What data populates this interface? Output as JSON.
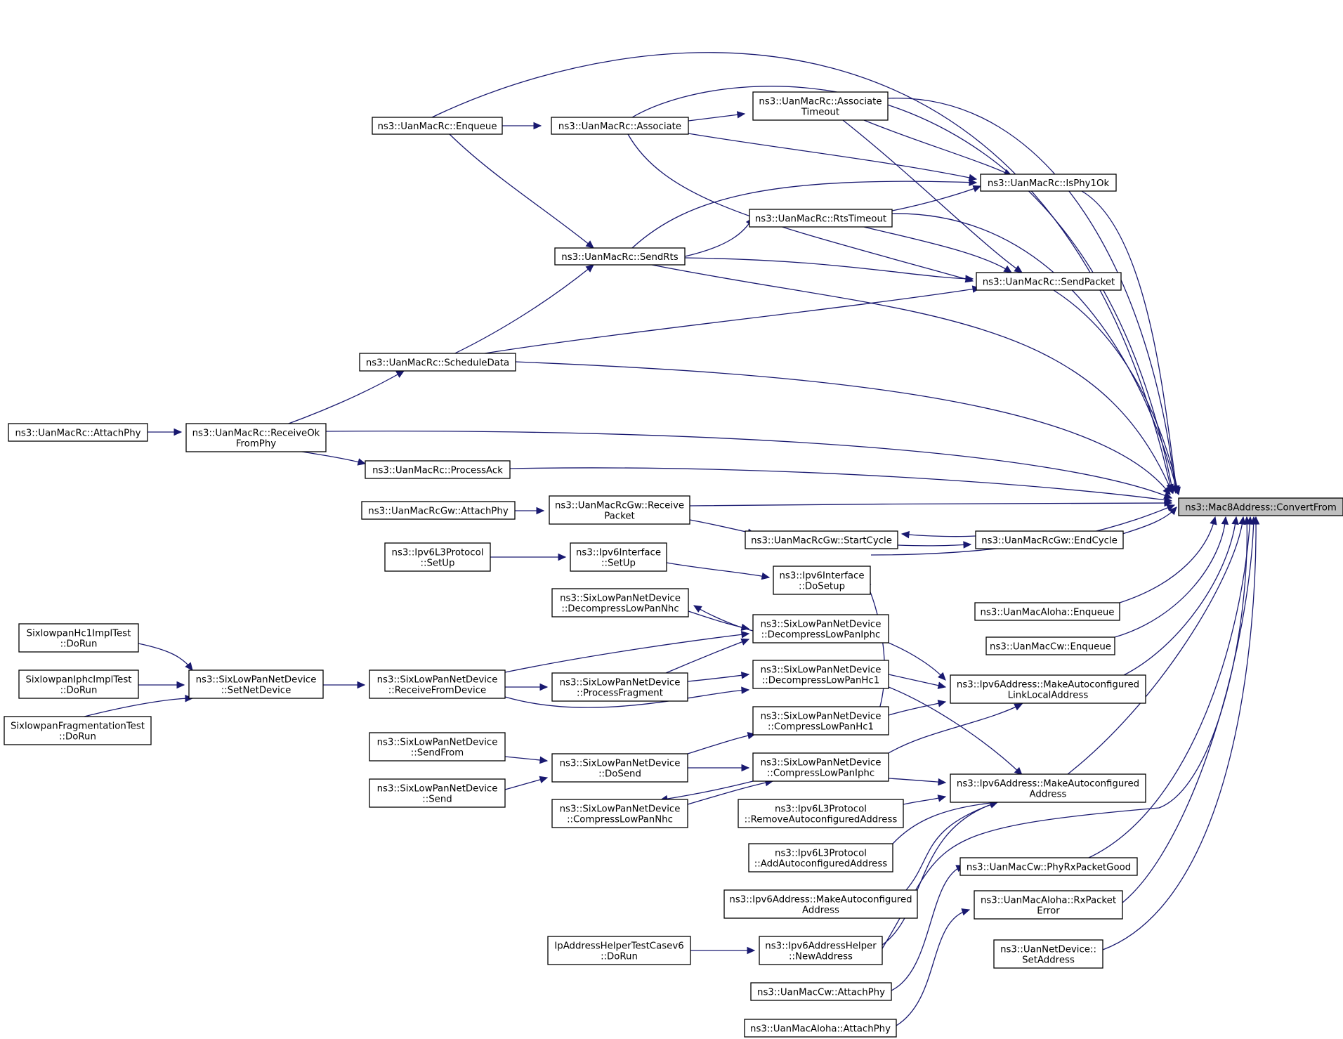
{
  "colors": {
    "edge": "#191970",
    "root_fill": "#bfbfbf",
    "node_fill": "#ffffff"
  },
  "nodes": {
    "root": [
      "ns3::Mac8Address::ConvertFrom"
    ],
    "rc_enqueue": [
      "ns3::UanMacRc::Enqueue"
    ],
    "rc_associate": [
      "ns3::UanMacRc::Associate"
    ],
    "rc_assoc_timeout": [
      "ns3::UanMacRc::Associate",
      "Timeout"
    ],
    "rc_isphy1ok": [
      "ns3::UanMacRc::IsPhy1Ok"
    ],
    "rc_rtstimeout": [
      "ns3::UanMacRc::RtsTimeout"
    ],
    "rc_sendrts": [
      "ns3::UanMacRc::SendRts"
    ],
    "rc_sendpacket": [
      "ns3::UanMacRc::SendPacket"
    ],
    "rc_scheduledata": [
      "ns3::UanMacRc::ScheduleData"
    ],
    "rc_attachphy": [
      "ns3::UanMacRc::AttachPhy"
    ],
    "rc_receiveok": [
      "ns3::UanMacRc::ReceiveOk",
      "FromPhy"
    ],
    "rc_processack": [
      "ns3::UanMacRc::ProcessAck"
    ],
    "rcgw_attachphy": [
      "ns3::UanMacRcGw::AttachPhy"
    ],
    "rcgw_receivepacket": [
      "ns3::UanMacRcGw::Receive",
      "Packet"
    ],
    "rcgw_startcycle": [
      "ns3::UanMacRcGw::StartCycle"
    ],
    "rcgw_endcycle": [
      "ns3::UanMacRcGw::EndCycle"
    ],
    "ipv6l3_setup": [
      "ns3::Ipv6L3Protocol",
      "::SetUp"
    ],
    "ipv6if_setup": [
      "ns3::Ipv6Interface",
      "::SetUp"
    ],
    "ipv6if_dosetup": [
      "ns3::Ipv6Interface",
      "::DoSetup"
    ],
    "six_decomp_nhc": [
      "ns3::SixLowPanNetDevice",
      "::DecompressLowPanNhc"
    ],
    "six_decomp_iphc": [
      "ns3::SixLowPanNetDevice",
      "::DecompressLowPanIphc"
    ],
    "hc1_test": [
      "SixlowpanHc1ImplTest",
      "::DoRun"
    ],
    "iphc_test": [
      "SixlowpanIphcImplTest",
      "::DoRun"
    ],
    "frag_test": [
      "SixlowpanFragmentationTest",
      "::DoRun"
    ],
    "six_setnetdevice": [
      "ns3::SixLowPanNetDevice",
      "::SetNetDevice"
    ],
    "six_receivefromdevice": [
      "ns3::SixLowPanNetDevice",
      "::ReceiveFromDevice"
    ],
    "six_processfragment": [
      "ns3::SixLowPanNetDevice",
      "::ProcessFragment"
    ],
    "six_decomp_hc1": [
      "ns3::SixLowPanNetDevice",
      "::DecompressLowPanHc1"
    ],
    "six_comp_hc1": [
      "ns3::SixLowPanNetDevice",
      "::CompressLowPanHc1"
    ],
    "six_sendfrom": [
      "ns3::SixLowPanNetDevice",
      "::SendFrom"
    ],
    "six_dosend": [
      "ns3::SixLowPanNetDevice",
      "::DoSend"
    ],
    "six_send": [
      "ns3::SixLowPanNetDevice",
      "::Send"
    ],
    "six_comp_iphc": [
      "ns3::SixLowPanNetDevice",
      "::CompressLowPanIphc"
    ],
    "six_comp_nhc": [
      "ns3::SixLowPanNetDevice",
      "::CompressLowPanNhc"
    ],
    "ipv6addr_linklocal": [
      "ns3::Ipv6Address::MakeAutoconfigured",
      "LinkLocalAddress"
    ],
    "ipv6addr_autoaddr": [
      "ns3::Ipv6Address::MakeAutoconfigured",
      "Address"
    ],
    "ipv6l3_remove": [
      "ns3::Ipv6L3Protocol",
      "::RemoveAutoconfiguredAddress"
    ],
    "ipv6l3_add": [
      "ns3::Ipv6L3Protocol",
      "::AddAutoconfiguredAddress"
    ],
    "ipv6addr_autoaddr2": [
      "ns3::Ipv6Address::MakeAutoconfigured",
      "Address"
    ],
    "ipaddr_test": [
      "IpAddressHelperTestCasev6",
      "::DoRun"
    ],
    "ipv6helper_newaddr": [
      "ns3::Ipv6AddressHelper",
      "::NewAddress"
    ],
    "cw_attachphy": [
      "ns3::UanMacCw::AttachPhy"
    ],
    "aloha_attachphy": [
      "ns3::UanMacAloha::AttachPhy"
    ],
    "aloha_enqueue": [
      "ns3::UanMacAloha::Enqueue"
    ],
    "cw_enqueue": [
      "ns3::UanMacCw::Enqueue"
    ],
    "cw_phyrxgood": [
      "ns3::UanMacCw::PhyRxPacketGood"
    ],
    "aloha_rxerror": [
      "ns3::UanMacAloha::RxPacket",
      "Error"
    ],
    "netdevice_setaddress": [
      "ns3::UanNetDevice::",
      "SetAddress"
    ]
  }
}
